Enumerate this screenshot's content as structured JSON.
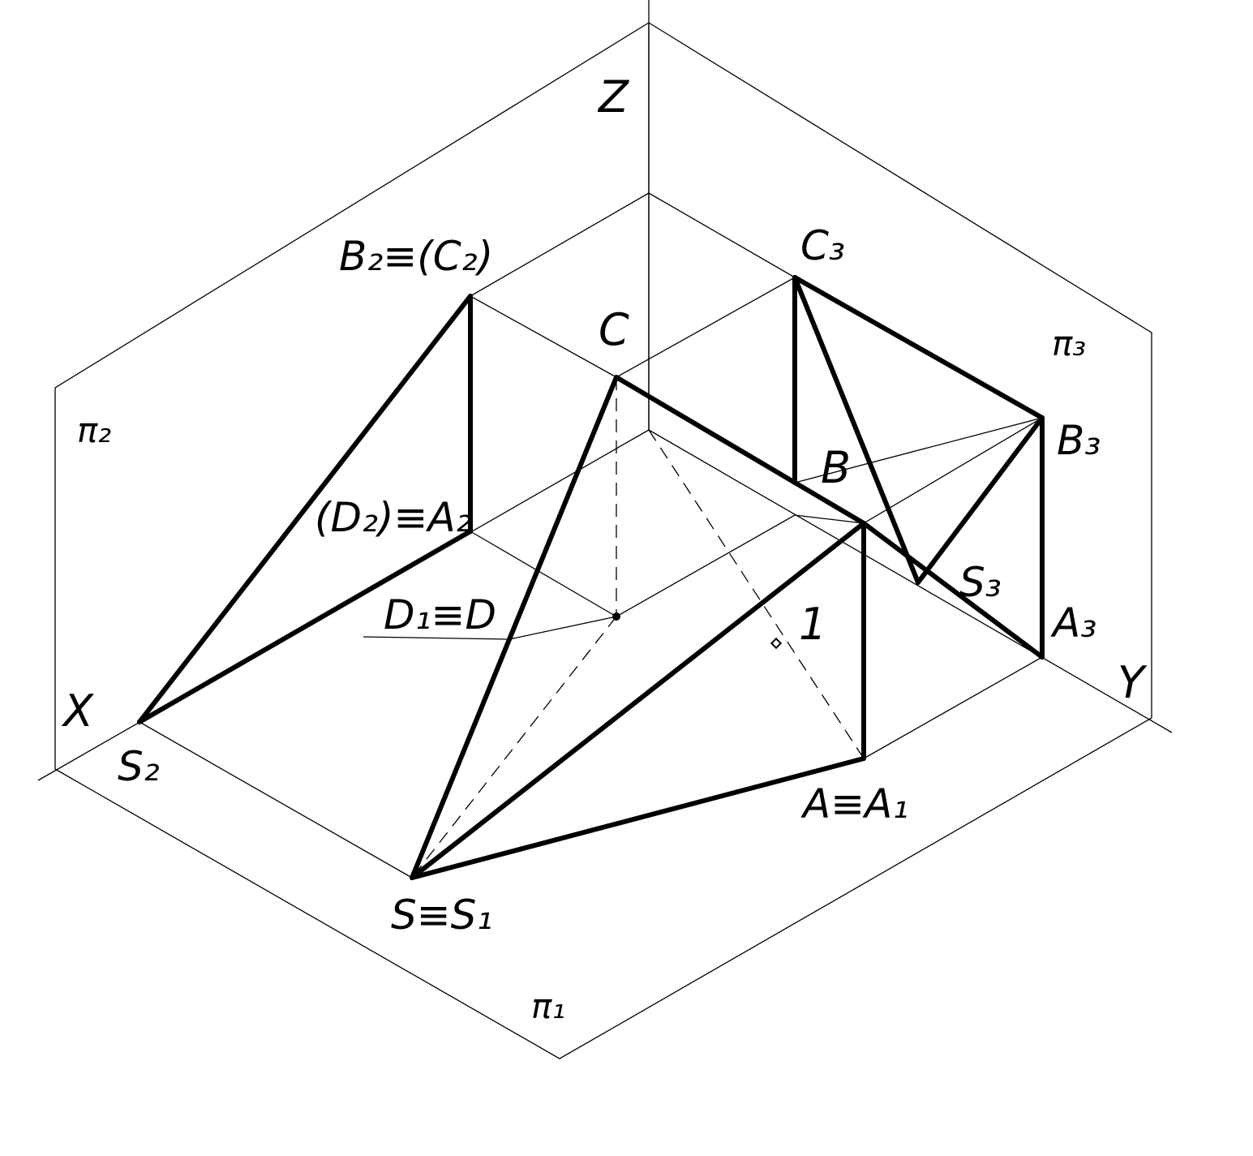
{
  "labels": {
    "Z": "Z",
    "X": "X",
    "Y": "Y",
    "pi1": "π₁",
    "pi2": "π₂",
    "pi3": "π₃",
    "B2C2": "B₂≡(C₂)",
    "C3": "C₃",
    "C": "C",
    "B": "B",
    "B3": "B₃",
    "D2A2": "(D₂)≡A₂",
    "S3": "S₃",
    "D1D": "D₁≡D",
    "A3": "A₃",
    "point1": "1",
    "S2": "S₂",
    "AA1": "A≡A₁",
    "SS1": "S≡S₁"
  }
}
